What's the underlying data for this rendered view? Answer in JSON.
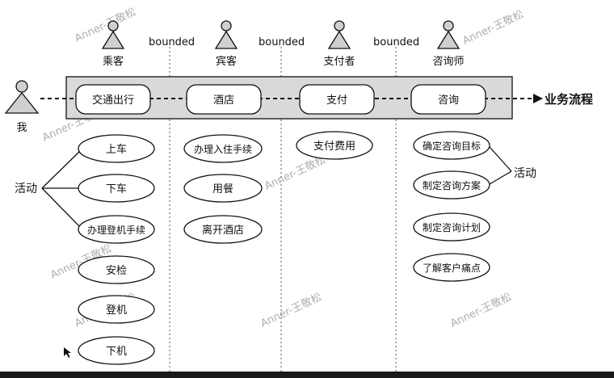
{
  "actors": [
    {
      "id": "actor-passenger",
      "label": "乘客"
    },
    {
      "id": "actor-guest",
      "label": "宾客"
    },
    {
      "id": "actor-payer",
      "label": "支付者"
    },
    {
      "id": "actor-consultant",
      "label": "咨询师"
    },
    {
      "id": "actor-me",
      "label": "我"
    }
  ],
  "bounded_labels": [
    "bounded",
    "bounded",
    "bounded"
  ],
  "flow": {
    "steps": [
      "交通出行",
      "酒店",
      "支付",
      "咨询"
    ],
    "label": "业务流程"
  },
  "activity_labels": {
    "left": "活动",
    "right": "活动"
  },
  "activities": {
    "transport": [
      "上车",
      "下车",
      "办理登机手续",
      "安检",
      "登机",
      "下机"
    ],
    "hotel": [
      "办理入住手续",
      "用餐",
      "离开酒店"
    ],
    "payment": [
      "支付费用"
    ],
    "consulting": [
      "确定咨询目标",
      "制定咨询方案",
      "制定咨询计划",
      "了解客户痛点"
    ]
  },
  "watermark": "Anner-王敬松",
  "colors": {
    "band_fill": "#d9d9d9",
    "stroke": "#111111",
    "actor_fill": "#cfcfcf",
    "watermark": "#c8c8c8"
  }
}
